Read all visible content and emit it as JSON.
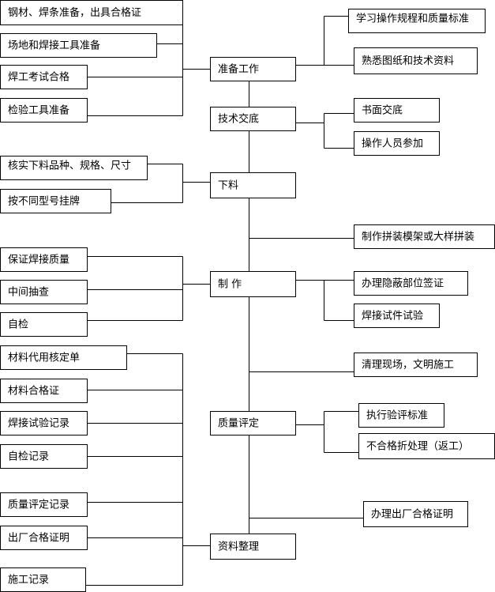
{
  "main_steps": [
    {
      "id": "prep",
      "label": "准备工作"
    },
    {
      "id": "tech",
      "label": "技术交底"
    },
    {
      "id": "cut",
      "label": "下料"
    },
    {
      "id": "make",
      "label": "制 作"
    },
    {
      "id": "eval",
      "label": "质量评定"
    },
    {
      "id": "docs",
      "label": "资料整理"
    }
  ],
  "left_nodes": [
    {
      "id": "l1",
      "label": "钢材、焊条准备，出具合格证"
    },
    {
      "id": "l2",
      "label": "场地和焊接工具准备"
    },
    {
      "id": "l3",
      "label": "焊工考试合格"
    },
    {
      "id": "l4",
      "label": "检验工具准备"
    },
    {
      "id": "l5",
      "label": "核实下料品种、规格、尺寸"
    },
    {
      "id": "l6",
      "label": "按不同型号挂牌"
    },
    {
      "id": "l7",
      "label": "保证焊接质量"
    },
    {
      "id": "l8",
      "label": "中间抽查"
    },
    {
      "id": "l9",
      "label": "自检"
    },
    {
      "id": "l10",
      "label": "材料代用核定单"
    },
    {
      "id": "l11",
      "label": "材料合格证"
    },
    {
      "id": "l12",
      "label": "焊接试验记录"
    },
    {
      "id": "l13",
      "label": "自检记录"
    },
    {
      "id": "l14",
      "label": "质量评定记录"
    },
    {
      "id": "l15",
      "label": "出厂合格证明"
    },
    {
      "id": "l16",
      "label": "施工记录"
    }
  ],
  "right_nodes": [
    {
      "id": "r1",
      "label": "学习操作规程和质量标准"
    },
    {
      "id": "r2",
      "label": "熟悉图纸和技术资料"
    },
    {
      "id": "r3",
      "label": "书面交底"
    },
    {
      "id": "r4",
      "label": "操作人员参加"
    },
    {
      "id": "r5",
      "label": "制作拼装模架或大样拼装"
    },
    {
      "id": "r6",
      "label": "办理隐蔽部位签证"
    },
    {
      "id": "r7",
      "label": "焊接试件试验"
    },
    {
      "id": "r8",
      "label": "清理现场，文明施工"
    },
    {
      "id": "r9",
      "label": "执行验评标准"
    },
    {
      "id": "r10",
      "label": "不合格折处理（返工）"
    },
    {
      "id": "r11",
      "label": "办理出厂合格证明"
    }
  ]
}
